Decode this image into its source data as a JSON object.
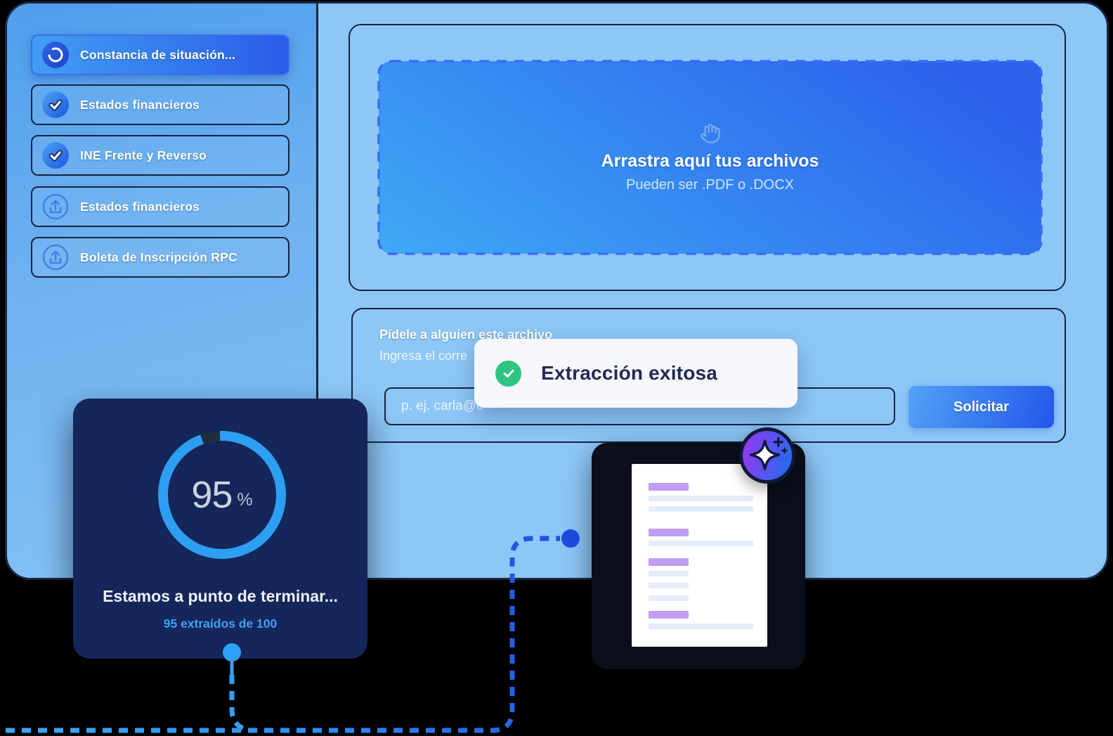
{
  "app": {
    "name": "document-extraction-ui"
  },
  "sidebar": {
    "items": [
      {
        "label": "Constancia de situación...",
        "icon": "spinner-icon",
        "state": "active"
      },
      {
        "label": "Estados financieros",
        "icon": "check-icon",
        "state": "completed"
      },
      {
        "label": "INE Frente y Reverso",
        "icon": "check-icon",
        "state": "completed"
      },
      {
        "label": "Estados financieros",
        "icon": "upload-icon",
        "state": "pending"
      },
      {
        "label": "Boleta de Inscripción RPC",
        "icon": "upload-icon",
        "state": "pending"
      }
    ]
  },
  "dropzone": {
    "title": "Arrastra aquí tus archivos",
    "subtitle": "Pueden ser .PDF o .DOCX"
  },
  "request": {
    "title": "Pídele a alguien este archivo",
    "subtitle": "Ingresa el corre",
    "input_placeholder": "p. ej. carla@c",
    "button_label": "Solicitar"
  },
  "toast": {
    "message": "Extracción exitosa"
  },
  "progress": {
    "percent": "95",
    "percent_symbol": "%",
    "total_label": "95 extraídos de 100",
    "title": "Estamos a punto de terminar..."
  },
  "colors": {
    "accent_blue": "#2d9ff2",
    "royal_blue": "#2356ea",
    "success_green": "#2ec584",
    "navy_border": "#17233f",
    "card_navy": "#15265a",
    "doc_purple": "#bf9ef3",
    "doc_line": "#e4ecfb"
  }
}
